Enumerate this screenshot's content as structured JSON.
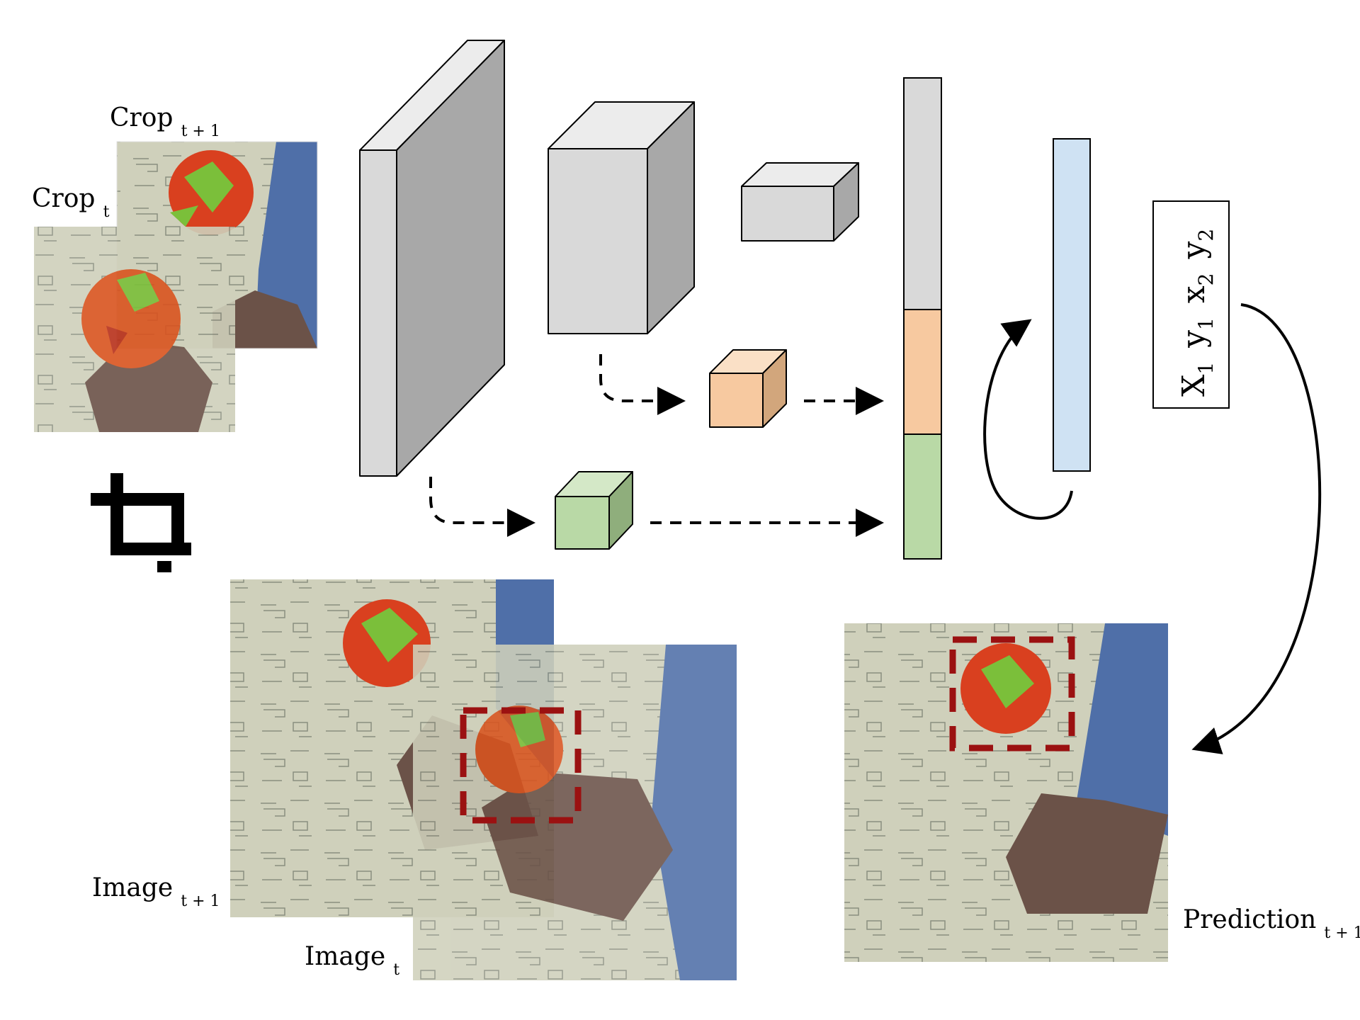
{
  "labels": {
    "crop_t1": {
      "main": "Crop",
      "sub": "t + 1"
    },
    "crop_t": {
      "main": "Crop",
      "sub": "t"
    },
    "image_t1": {
      "main": "Image",
      "sub": "t + 1"
    },
    "image_t": {
      "main": "Image",
      "sub": "t"
    },
    "prediction_t1": {
      "main": "Prediction",
      "sub": "t + 1"
    }
  },
  "output_box": {
    "terms": [
      {
        "var": "X",
        "sub": "1"
      },
      {
        "var": "y",
        "sub": "1"
      },
      {
        "var": "x",
        "sub": "2"
      },
      {
        "var": "y",
        "sub": "2"
      }
    ]
  },
  "icons": {
    "crop_tool": "crop-icon"
  },
  "colors": {
    "layer_front": "#d9d9d9",
    "layer_side": "#a8a8a8",
    "layer_top": "#ececec",
    "orange_block": "#f7c9a0",
    "green_block": "#b9d9a6",
    "lstm_bar": "#cfe2f3",
    "bbox_dashed": "#9b1111",
    "wall": "#cdcdb8",
    "shirt": "#4f6fa8",
    "skin": "#6b5248",
    "ball_red": "#d9401f",
    "ball_green": "#7bbf3a"
  }
}
